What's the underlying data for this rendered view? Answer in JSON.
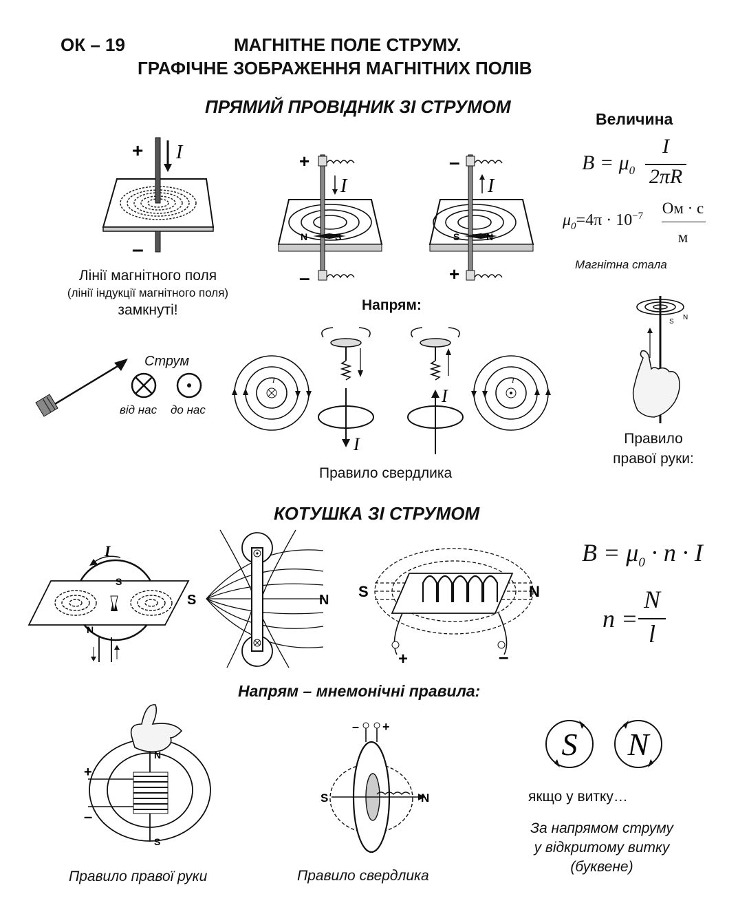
{
  "header": {
    "code": "ОК – 19",
    "title_line1": "МАГНІТНЕ ПОЛЕ СТРУМУ.",
    "title_line2": "ГРАФІЧНЕ ЗОБРАЖЕННЯ МАГНІТНИХ ПОЛІВ"
  },
  "section1": {
    "title": "ПРЯМИЙ ПРОВІДНИК ЗІ СТРУМОМ",
    "caption_line1": "Лінії магнітного поля",
    "caption_line2": "(лінії індукції магнітного поля)",
    "caption_line3": "замкнуті!",
    "direction_label": "Напрям:",
    "current_label": "Струм",
    "away_label": "від нас",
    "toward_label": "до нас",
    "gimlet_rule": "Правило свердлика",
    "right_hand_line1": "Правило",
    "right_hand_line2": "правої руки:",
    "symbols": {
      "plus": "+",
      "minus": "–",
      "current": "I",
      "north": "N",
      "south": "S"
    }
  },
  "magnitude": {
    "title": "Величина",
    "formula_lhs": "B = μ",
    "formula_sub": "0",
    "formula_num": "I",
    "formula_den": "2πR",
    "mu_lhs": "μ",
    "mu_sub": "0",
    "mu_mid": "=4π · 10",
    "mu_exp": "−7",
    "mu_unit_num": "Ом · с",
    "mu_unit_den": "м",
    "constant_label": "Магнітна стала"
  },
  "section2": {
    "title": "КОТУШКА ЗІ СТРУМОМ",
    "formula1_lhs": "B = μ",
    "formula1_sub": "0",
    "formula1_rhs": " · n · I",
    "formula2_lhs": "n =",
    "formula2_num": "N",
    "formula2_den": "l"
  },
  "section3": {
    "title": "Напрям – мнемонічні правила:",
    "right_hand_rule": "Правило правої руки",
    "gimlet_rule": "Правило свердлика",
    "if_in_coil": "якщо у  витку…",
    "letter_rule_line1": "За напрямом струму",
    "letter_rule_line2": "у відкритому витку",
    "letter_rule_line3": "(буквене)",
    "letter_s": "S",
    "letter_n": "N"
  }
}
